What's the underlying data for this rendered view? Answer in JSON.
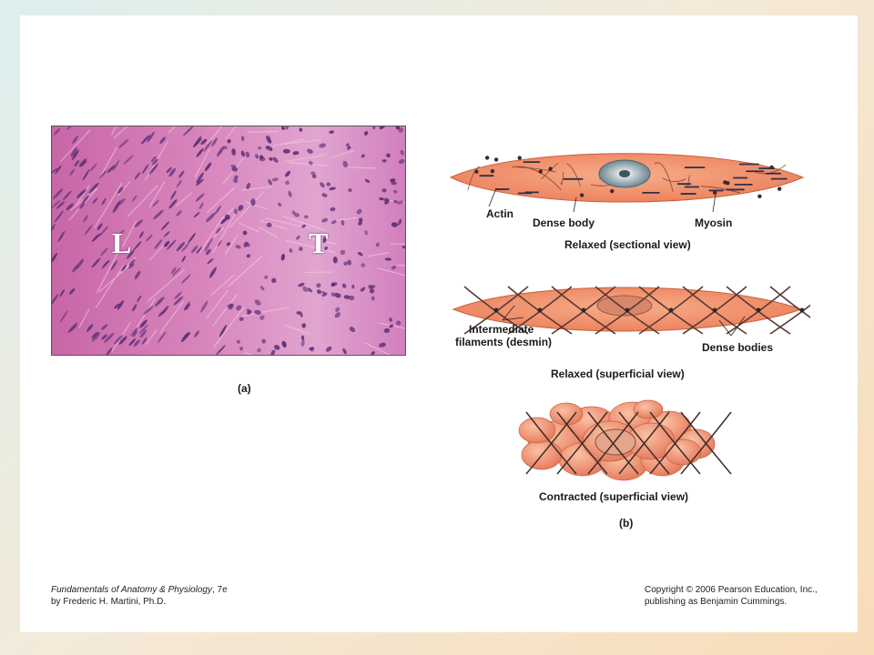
{
  "micrograph": {
    "label_left": "L",
    "label_right": "T",
    "caption": "(a)"
  },
  "diagram_b": {
    "relaxed_sectional": {
      "labels": {
        "actin": "Actin",
        "dense_body": "Dense body",
        "myosin": "Myosin"
      },
      "caption": "Relaxed (sectional view)"
    },
    "relaxed_superficial": {
      "labels": {
        "intermediate_line1": "Intermediate",
        "intermediate_line2": "filaments (desmin)",
        "dense_bodies": "Dense bodies"
      },
      "caption": "Relaxed (superficial view)"
    },
    "contracted": {
      "caption": "Contracted (superficial view)"
    },
    "panel_caption": "(b)"
  },
  "footer": {
    "book_title": "Fundamentals of Anatomy & Physiology",
    "edition": ", 7e",
    "author": "by Frederic H. Martini, Ph.D.",
    "copyright": "Copyright © 2006 Pearson Education, Inc.,",
    "publisher": "publishing as Benjamin Cummings."
  },
  "colors": {
    "cell_fill": "#f2956e",
    "tissue_pink": "#d98bbd",
    "nucleus_purple": "#5b2f78"
  }
}
